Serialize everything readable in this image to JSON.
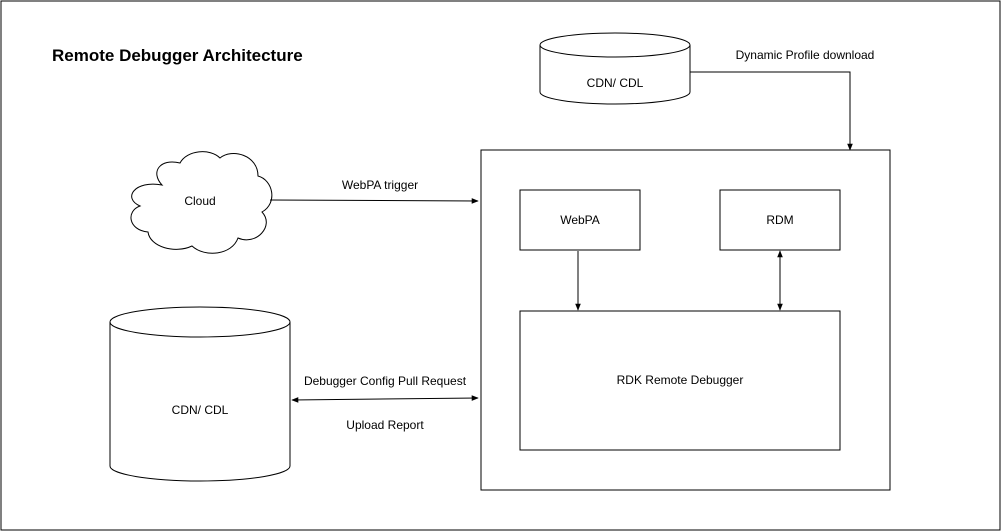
{
  "title": "Remote Debugger Architecture",
  "nodes": {
    "cdn_top": "CDN/ CDL",
    "cloud": "Cloud",
    "cdn_left": "CDN/ CDL",
    "webpa": "WebPA",
    "rdm": "RDM",
    "rdk": "RDK Remote Debugger"
  },
  "edges": {
    "dynamic_profile": "Dynamic Profile download",
    "webpa_trigger": "WebPA trigger",
    "config_pull": "Debugger Config Pull Request",
    "upload_report": "Upload Report"
  },
  "colors": {
    "stroke": "#000000",
    "fill": "#ffffff",
    "background": "#ffffff"
  }
}
